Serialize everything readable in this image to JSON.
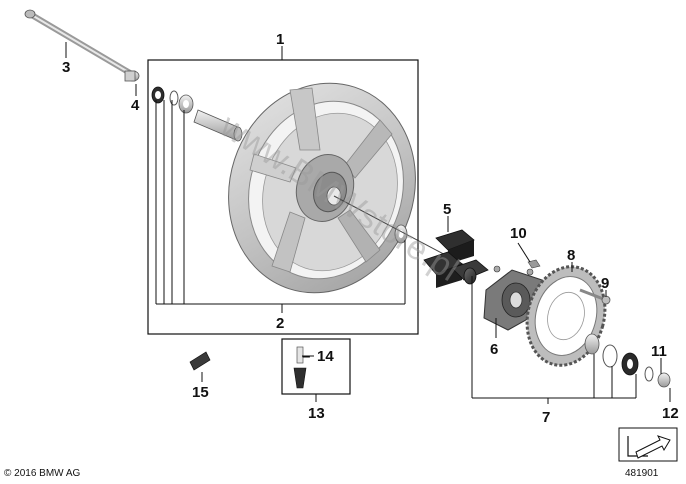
{
  "callouts": {
    "c1": "1",
    "c2": "2",
    "c3": "3",
    "c4": "4",
    "c5": "5",
    "c6": "6",
    "c7": "7",
    "c8": "8",
    "c9": "9",
    "c10": "10",
    "c11": "11",
    "c12": "12",
    "c13": "13",
    "c14": "14",
    "c15": "15"
  },
  "watermark": "www.BMWstore.pl",
  "copyright": "© 2016 BMW AG",
  "doc_number": "481901",
  "colors": {
    "wheel_light": "#d6d6d6",
    "wheel_mid": "#b9b9b9",
    "wheel_dark": "#8e8e8e",
    "part_dark": "#3a3a3a",
    "outline": "#555555"
  }
}
